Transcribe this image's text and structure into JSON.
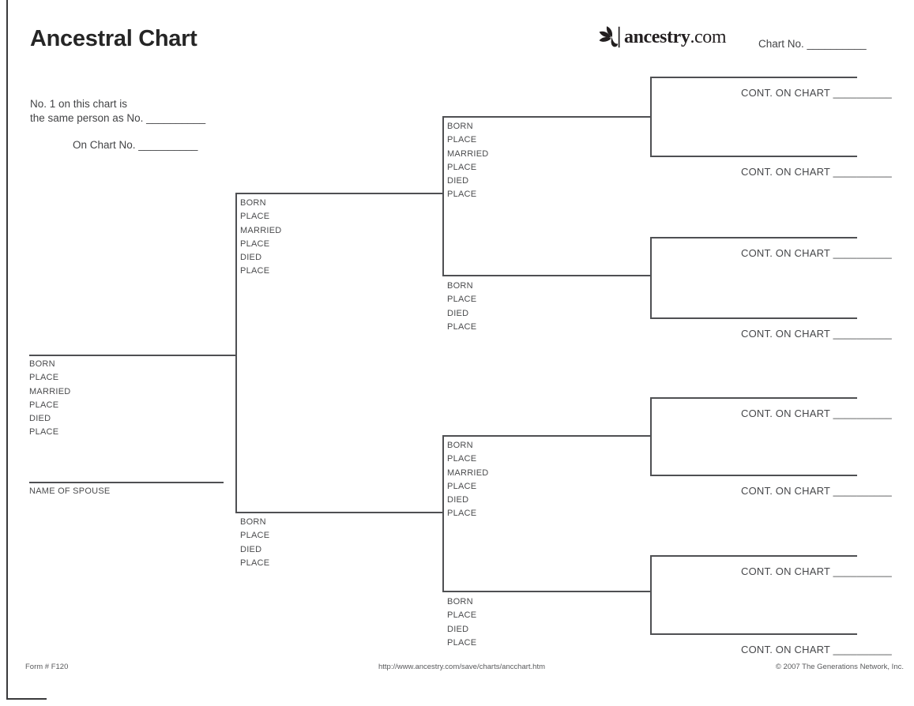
{
  "page": {
    "title": "Ancestral Chart",
    "logo": {
      "icon": "ancestry-leaf-icon",
      "brand_bold": "ancestry",
      "brand_suffix": ".com"
    },
    "chart_no_label": "Chart No. __________",
    "note_line1": "No. 1 on this chart is",
    "note_line2": "the same person as No. __________",
    "note_line3": "On Chart No. __________"
  },
  "tree": {
    "spouse_label": "NAME OF SPOUSE",
    "persons": [
      {
        "id": 1,
        "fields": [
          "BORN",
          "PLACE",
          "MARRIED",
          "PLACE",
          "DIED",
          "PLACE"
        ]
      },
      {
        "id": 2,
        "fields": [
          "BORN",
          "PLACE",
          "MARRIED",
          "PLACE",
          "DIED",
          "PLACE"
        ]
      },
      {
        "id": 3,
        "fields": [
          "BORN",
          "PLACE",
          "DIED",
          "PLACE"
        ]
      },
      {
        "id": 4,
        "fields": [
          "BORN",
          "PLACE",
          "MARRIED",
          "PLACE",
          "DIED",
          "PLACE"
        ]
      },
      {
        "id": 5,
        "fields": [
          "BORN",
          "PLACE",
          "DIED",
          "PLACE"
        ]
      },
      {
        "id": 6,
        "fields": [
          "BORN",
          "PLACE",
          "MARRIED",
          "PLACE",
          "DIED",
          "PLACE"
        ]
      },
      {
        "id": 7,
        "fields": [
          "BORN",
          "PLACE",
          "DIED",
          "PLACE"
        ]
      },
      {
        "id": 8,
        "cont_label": "CONT. ON CHART __________"
      },
      {
        "id": 9,
        "cont_label": "CONT. ON CHART __________"
      },
      {
        "id": 10,
        "cont_label": "CONT. ON CHART __________"
      },
      {
        "id": 11,
        "cont_label": "CONT. ON CHART __________"
      },
      {
        "id": 12,
        "cont_label": "CONT. ON CHART __________"
      },
      {
        "id": 13,
        "cont_label": "CONT. ON CHART __________"
      },
      {
        "id": 14,
        "cont_label": "CONT. ON CHART __________"
      },
      {
        "id": 15,
        "cont_label": "CONT. ON CHART __________"
      }
    ]
  },
  "footer": {
    "form_no": "Form # F120",
    "url": "http://www.ancestry.com/save/charts/ancchart.htm",
    "copyright": "© 2007 The Generations Network, Inc."
  },
  "colors": {
    "line": "#4f5053",
    "text": "#4a4b4d",
    "title": "#262626"
  }
}
